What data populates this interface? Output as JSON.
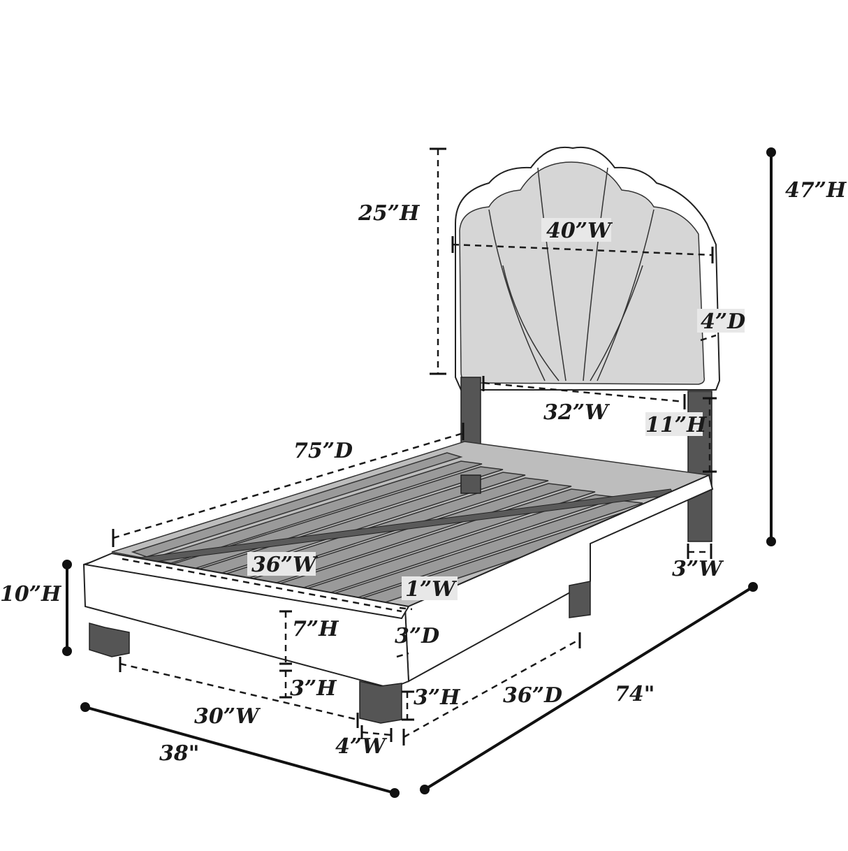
{
  "dimensions": {
    "headboard_height": "25”H",
    "headboard_width": "40”W",
    "headboard_depth": "4”D",
    "total_height": "47”H",
    "post_gap_width": "32”W",
    "leg_clearance_height": "11”H",
    "rail_length": "75”D",
    "slat_width": "36”W",
    "slat_thickness": "1”W",
    "footboard_height": "10”H",
    "rail_height": "7”H",
    "rail_depth": "3”D",
    "leg_height_front": "3”H",
    "leg_height_side": "3”H",
    "side_length": "36”D",
    "front_width": "30”W",
    "leg_width": "4”W",
    "overall_width": "38\"",
    "overall_length": "74\"",
    "post_width": "3”W"
  }
}
